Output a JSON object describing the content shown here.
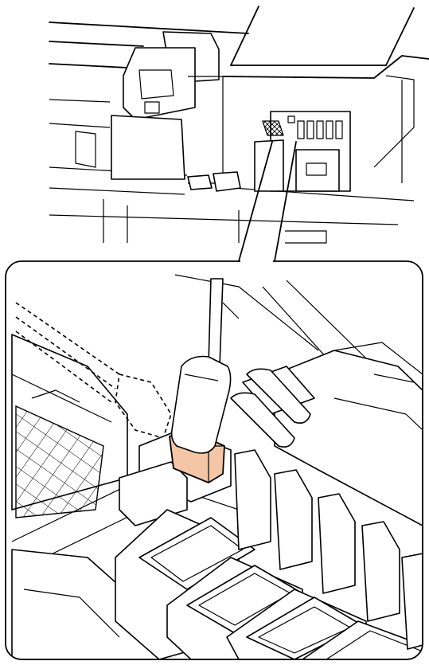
{
  "figure": {
    "highlight_color": "#f4c6a6",
    "icons": [
      "printer-maintenance-area",
      "cleaning-stick",
      "wiper-cleaner-part",
      "cap-units"
    ]
  }
}
